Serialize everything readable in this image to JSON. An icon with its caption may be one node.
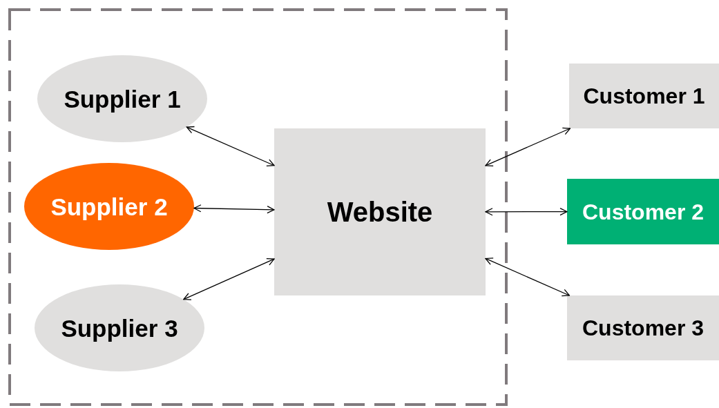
{
  "diagram": {
    "nodes": [
      {
        "text": [],
        "shape": "box"
      },
      {
        "text": [
          "Supplier 1"
        ],
        "in": 0
      },
      {
        "text": [
          "Supplier 2"
        ],
        "in": 0
      },
      {
        "text": [
          "Supplier 3"
        ],
        "in": 0
      },
      {
        "text": [
          "Website"
        ],
        "in": 0
      },
      {
        "text": [
          "Customer 1"
        ]
      },
      {
        "text": [
          "Customer 2"
        ]
      },
      {
        "text": [
          "Customer 3"
        ]
      }
    ],
    "edges": [
      {
        "from": 1,
        "to": 4,
        "arrow": "both"
      },
      {
        "from": 2,
        "to": 4,
        "arrow": "both"
      },
      {
        "from": 3,
        "to": 4,
        "arrow": "both"
      },
      {
        "from": 4,
        "to": 5,
        "arrow": "both"
      },
      {
        "from": 4,
        "to": 6,
        "arrow": "both"
      },
      {
        "from": 4,
        "to": 7,
        "arrow": "both"
      }
    ]
  }
}
